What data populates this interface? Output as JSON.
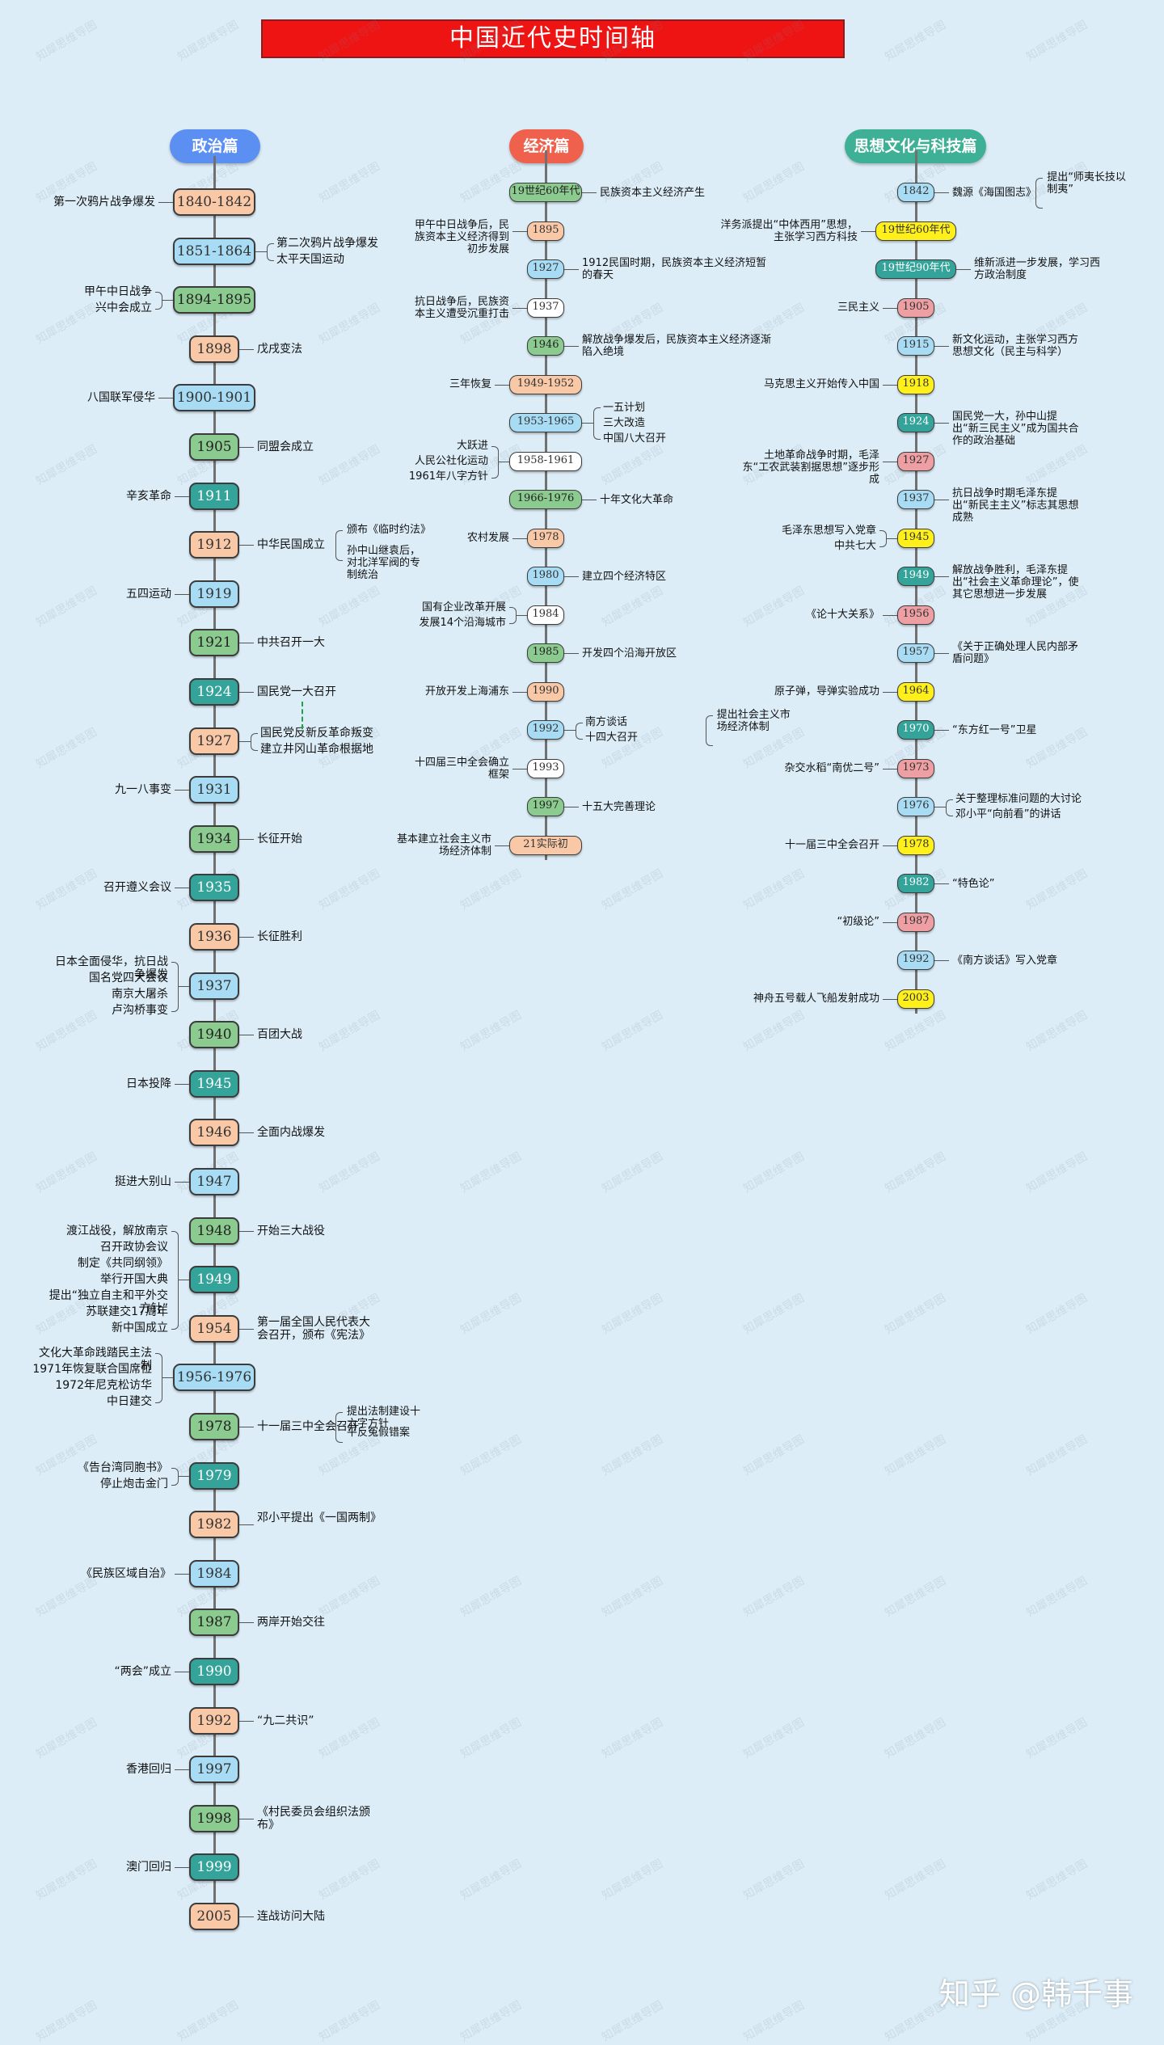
{
  "title": "中国近代史时间轴",
  "footer": "知乎 @韩千事",
  "watermark": "知犀思维导图",
  "colors": {
    "peach": "#f9c8a6",
    "lightblue": "#a7dcf4",
    "green": "#8ccb8f",
    "teal": "#34a39a",
    "pink": "#ee9fa3",
    "yellow": "#fff01c",
    "white": "#ffffff",
    "section_politics": "#5b8ff2",
    "section_economy": "#f0614d",
    "section_culture": "#3eb095"
  },
  "sections": [
    {
      "label": "政治篇",
      "color": "section_politics"
    },
    {
      "label": "经济篇",
      "color": "section_economy"
    },
    {
      "label": "思想文化与科技篇",
      "color": "section_culture"
    }
  ],
  "politics": [
    {
      "year": "1840-1842",
      "color": "peach",
      "left": [
        "第一次鸦片战争爆发"
      ],
      "right": []
    },
    {
      "year": "1851-1864",
      "color": "lightblue",
      "left": [],
      "right": [
        "第二次鸦片战争爆发",
        "太平天国运动"
      ]
    },
    {
      "year": "1894-1895",
      "color": "green",
      "left": [
        "甲午中日战争",
        "兴中会成立"
      ],
      "right": []
    },
    {
      "year": "1898",
      "color": "peach",
      "left": [],
      "right": [
        "戊戌变法"
      ]
    },
    {
      "year": "1900-1901",
      "color": "lightblue",
      "left": [
        "八国联军侵华"
      ],
      "right": []
    },
    {
      "year": "1905",
      "color": "green",
      "left": [],
      "right": [
        "同盟会成立"
      ]
    },
    {
      "year": "1911",
      "color": "teal",
      "left": [
        "辛亥革命"
      ],
      "right": []
    },
    {
      "year": "1912",
      "color": "peach",
      "left": [],
      "right": [
        "中华民国成立"
      ],
      "sub": [
        "颁布《临时约法》",
        "孙中山继袁后，对北洋军阀的专制统治"
      ]
    },
    {
      "year": "1919",
      "color": "lightblue",
      "left": [
        "五四运动"
      ],
      "right": []
    },
    {
      "year": "1921",
      "color": "green",
      "left": [],
      "right": [
        "中共召开一大"
      ]
    },
    {
      "year": "1924",
      "color": "teal",
      "left": [],
      "right": [
        "国民党一大召开"
      ]
    },
    {
      "year": "1927",
      "color": "peach",
      "left": [],
      "right": [
        "国民党反新反革命叛变",
        "建立井冈山革命根据地"
      ]
    },
    {
      "year": "1931",
      "color": "lightblue",
      "left": [
        "九一八事变"
      ],
      "right": []
    },
    {
      "year": "1934",
      "color": "green",
      "left": [],
      "right": [
        "长征开始"
      ]
    },
    {
      "year": "1935",
      "color": "teal",
      "left": [
        "召开遵义会议"
      ],
      "right": []
    },
    {
      "year": "1936",
      "color": "peach",
      "left": [],
      "right": [
        "长征胜利"
      ]
    },
    {
      "year": "1937",
      "color": "lightblue",
      "left": [
        "日本全面侵华，抗日战争爆发",
        "国名党四大会议",
        "南京大屠杀",
        "卢沟桥事变"
      ],
      "right": []
    },
    {
      "year": "1940",
      "color": "green",
      "left": [],
      "right": [
        "百团大战"
      ]
    },
    {
      "year": "1945",
      "color": "teal",
      "left": [
        "日本投降"
      ],
      "right": []
    },
    {
      "year": "1946",
      "color": "peach",
      "left": [],
      "right": [
        "全面内战爆发"
      ]
    },
    {
      "year": "1947",
      "color": "lightblue",
      "left": [
        "挺进大别山"
      ],
      "right": []
    },
    {
      "year": "1948",
      "color": "green",
      "left": [],
      "right": [
        "开始三大战役"
      ]
    },
    {
      "year": "1949",
      "color": "teal",
      "left": [
        "渡江战役，解放南京",
        "召开政协会议",
        "制定《共同纲领》",
        "举行开国大典",
        "提出“独立自主和平外交方针”",
        "苏联建交17周年",
        "新中国成立"
      ],
      "right": []
    },
    {
      "year": "1954",
      "color": "peach",
      "left": [],
      "right": [
        "第一届全国人民代表大会召开，颁布《宪法》"
      ]
    },
    {
      "year": "1956-1976",
      "color": "lightblue",
      "left": [
        "文化大革命践踏民主法制",
        "1971年恢复联合国席位",
        "1972年尼克松访华",
        "中日建交"
      ],
      "right": []
    },
    {
      "year": "1978",
      "color": "green",
      "left": [],
      "right": [
        "十一届三中全会召开"
      ],
      "sub": [
        "提出法制建设十六字方针",
        "平反冤假错案"
      ]
    },
    {
      "year": "1979",
      "color": "teal",
      "left": [
        "《告台湾同胞书》",
        "停止炮击金门"
      ],
      "right": []
    },
    {
      "year": "1982",
      "color": "peach",
      "left": [],
      "right": [
        "邓小平提出《一国两制》"
      ]
    },
    {
      "year": "1984",
      "color": "lightblue",
      "left": [
        "《民族区域自治》"
      ],
      "right": []
    },
    {
      "year": "1987",
      "color": "green",
      "left": [],
      "right": [
        "两岸开始交往"
      ]
    },
    {
      "year": "1990",
      "color": "teal",
      "left": [
        "“两会”成立"
      ],
      "right": []
    },
    {
      "year": "1992",
      "color": "peach",
      "left": [],
      "right": [
        "“九二共识”"
      ]
    },
    {
      "year": "1997",
      "color": "lightblue",
      "left": [
        "香港回归"
      ],
      "right": []
    },
    {
      "year": "1998",
      "color": "green",
      "left": [],
      "right": [
        "《村民委员会组织法颁布》"
      ]
    },
    {
      "year": "1999",
      "color": "teal",
      "left": [
        "澳门回归"
      ],
      "right": []
    },
    {
      "year": "2005",
      "color": "peach",
      "left": [],
      "right": [
        "连战访问大陆"
      ]
    }
  ],
  "economy": [
    {
      "year": "19世纪60年代",
      "color": "green",
      "left": [],
      "right": [
        "民族资本主义经济产生"
      ]
    },
    {
      "year": "1895",
      "color": "peach",
      "left": [
        "甲午中日战争后，民族资本主义经济得到初步发展"
      ],
      "right": []
    },
    {
      "year": "1927",
      "color": "lightblue",
      "left": [],
      "right": [
        "1912民国时期，民族资本主义经济短暂的春天"
      ]
    },
    {
      "year": "1937",
      "color": "white",
      "left": [
        "抗日战争后，民族资本主义遭受沉重打击"
      ],
      "right": []
    },
    {
      "year": "1946",
      "color": "green",
      "left": [],
      "right": [
        "解放战争爆发后，民族资本主义经济逐渐陷入绝境"
      ]
    },
    {
      "year": "1949-1952",
      "color": "peach",
      "left": [
        "三年恢复"
      ],
      "right": []
    },
    {
      "year": "1953-1965",
      "color": "lightblue",
      "left": [],
      "right": [
        "一五计划",
        "三大改造",
        "中国八大召开"
      ]
    },
    {
      "year": "1958-1961",
      "color": "white",
      "left": [
        "大跃进",
        "人民公社化运动",
        "1961年八字方针"
      ],
      "right": []
    },
    {
      "year": "1966-1976",
      "color": "green",
      "left": [],
      "right": [
        "十年文化大革命"
      ]
    },
    {
      "year": "1978",
      "color": "peach",
      "left": [
        "农村发展"
      ],
      "right": []
    },
    {
      "year": "1980",
      "color": "lightblue",
      "left": [],
      "right": [
        "建立四个经济特区"
      ]
    },
    {
      "year": "1984",
      "color": "white",
      "left": [
        "国有企业改革开展",
        "发展14个沿海城市"
      ],
      "right": []
    },
    {
      "year": "1985",
      "color": "green",
      "left": [],
      "right": [
        "开发四个沿海开放区"
      ]
    },
    {
      "year": "1990",
      "color": "peach",
      "left": [
        "开放开发上海浦东"
      ],
      "right": []
    },
    {
      "year": "1992",
      "color": "lightblue",
      "left": [],
      "right": [
        "南方谈话",
        "十四大召开"
      ],
      "sub": [
        "提出社会主义市场经济体制"
      ]
    },
    {
      "year": "1993",
      "color": "white",
      "left": [
        "十四届三中全会确立框架"
      ],
      "right": []
    },
    {
      "year": "1997",
      "color": "green",
      "left": [],
      "right": [
        "十五大完善理论"
      ]
    },
    {
      "year": "21实际初",
      "color": "peach",
      "left": [
        "基本建立社会主义市场经济体制"
      ],
      "right": []
    }
  ],
  "culture": [
    {
      "year": "1842",
      "color": "lightblue",
      "left": [],
      "right": [
        "魏源《海国图志》"
      ],
      "sub": [
        "提出“师夷长技以制夷”"
      ]
    },
    {
      "year": "19世纪60年代",
      "color": "yellow",
      "left": [
        "洋务派提出“中体西用”思想，主张学习西方科技"
      ],
      "right": []
    },
    {
      "year": "19世纪90年代",
      "color": "teal",
      "left": [],
      "right": [
        "维新派进一步发展，学习西方政治制度"
      ]
    },
    {
      "year": "1905",
      "color": "pink",
      "left": [
        "三民主义"
      ],
      "right": []
    },
    {
      "year": "1915",
      "color": "lightblue",
      "left": [],
      "right": [
        "新文化运动，主张学习西方思想文化（民主与科学）"
      ]
    },
    {
      "year": "1918",
      "color": "yellow",
      "left": [
        "马克思主义开始传入中国"
      ],
      "right": []
    },
    {
      "year": "1924",
      "color": "teal",
      "left": [],
      "right": [
        "国民党一大，孙中山提出“新三民主义”成为国共合作的政治基础"
      ]
    },
    {
      "year": "1927",
      "color": "pink",
      "left": [
        "土地革命战争时期，毛泽东“工农武装割据思想”逐步形成"
      ],
      "right": []
    },
    {
      "year": "1937",
      "color": "lightblue",
      "left": [],
      "right": [
        "抗日战争时期毛泽东提出“新民主主义”标志其思想成熟"
      ]
    },
    {
      "year": "1945",
      "color": "yellow",
      "left": [
        "毛泽东思想写入党章",
        "中共七大"
      ],
      "right": []
    },
    {
      "year": "1949",
      "color": "teal",
      "left": [],
      "right": [
        "解放战争胜利，毛泽东提出“社会主义革命理论”，使其它思想进一步发展"
      ]
    },
    {
      "year": "1956",
      "color": "pink",
      "left": [
        "《论十大关系》"
      ],
      "right": []
    },
    {
      "year": "1957",
      "color": "lightblue",
      "left": [],
      "right": [
        "《关于正确处理人民内部矛盾问题》"
      ]
    },
    {
      "year": "1964",
      "color": "yellow",
      "left": [
        "原子弹，导弹实验成功"
      ],
      "right": []
    },
    {
      "year": "1970",
      "color": "teal",
      "left": [],
      "right": [
        "“东方红一号”卫星"
      ]
    },
    {
      "year": "1973",
      "color": "pink",
      "left": [
        "杂交水稻“南优二号”"
      ],
      "right": []
    },
    {
      "year": "1976",
      "color": "lightblue",
      "left": [],
      "right": [
        "关于整理标准问题的大讨论",
        "邓小平“向前看”的讲话"
      ]
    },
    {
      "year": "1978",
      "color": "yellow",
      "left": [
        "十一届三中全会召开"
      ],
      "right": []
    },
    {
      "year": "1982",
      "color": "teal",
      "left": [],
      "right": [
        "“特色论”"
      ]
    },
    {
      "year": "1987",
      "color": "pink",
      "left": [
        "“初级论”"
      ],
      "right": []
    },
    {
      "year": "1992",
      "color": "lightblue",
      "left": [],
      "right": [
        "《南方谈话》写入党章"
      ]
    },
    {
      "year": "2003",
      "color": "yellow",
      "left": [
        "神舟五号载人飞船发射成功"
      ],
      "right": []
    }
  ]
}
